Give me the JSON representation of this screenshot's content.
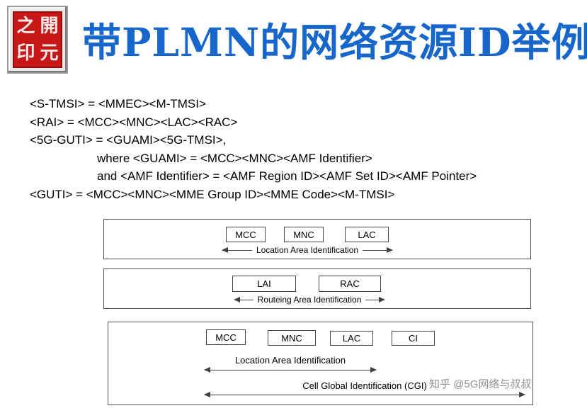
{
  "seal": {
    "chars": [
      "之",
      "開",
      "印",
      "元"
    ]
  },
  "title": "带PLMN的网络资源ID举例",
  "formulas": [
    "<S-TMSI> = <MMEC><M-TMSI>",
    "<RAI> = <MCC><MNC><LAC><RAC>",
    "<5G-GUTI> = <GUAMI><5G-TMSI>,",
    "where <GUAMI> = <MCC><MNC><AMF Identifier>",
    "and <AMF Identifier> = <AMF Region ID><AMF Set ID><AMF Pointer>",
    "<GUTI> = <MCC><MNC><MME Group ID><MME Code><M-TMSI>"
  ],
  "diagram1": {
    "boxes": [
      "MCC",
      "MNC",
      "LAC"
    ],
    "arrow_label": "Location Area Identification"
  },
  "diagram2": {
    "boxes": [
      "LAI",
      "RAC"
    ],
    "arrow_label": "Routeing Area Identification"
  },
  "diagram3": {
    "boxes": [
      "MCC",
      "MNC",
      "LAC",
      "CI"
    ],
    "arrow1_label": "Location Area Identification",
    "arrow2_label": "Cell Global Identification (CGI)"
  },
  "watermark": "知乎 @5G网络与叔叔"
}
